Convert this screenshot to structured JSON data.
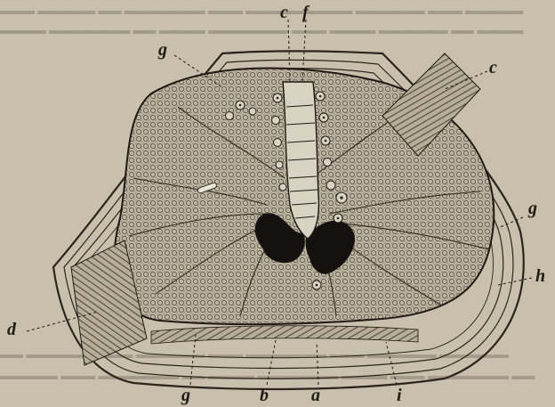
{
  "figure": {
    "labels": {
      "a": "a",
      "b": "b",
      "c_left": "c",
      "c_right": "c",
      "d": "d",
      "f": "f",
      "g_top": "g",
      "g_right": "g",
      "g_bottom": "g",
      "h": "h",
      "i": "i"
    }
  },
  "colors": {
    "paper": "#c8c0ac",
    "ink": "#1e1a14",
    "tissue": "#bdb5a1",
    "dark_matter": "#141110"
  }
}
